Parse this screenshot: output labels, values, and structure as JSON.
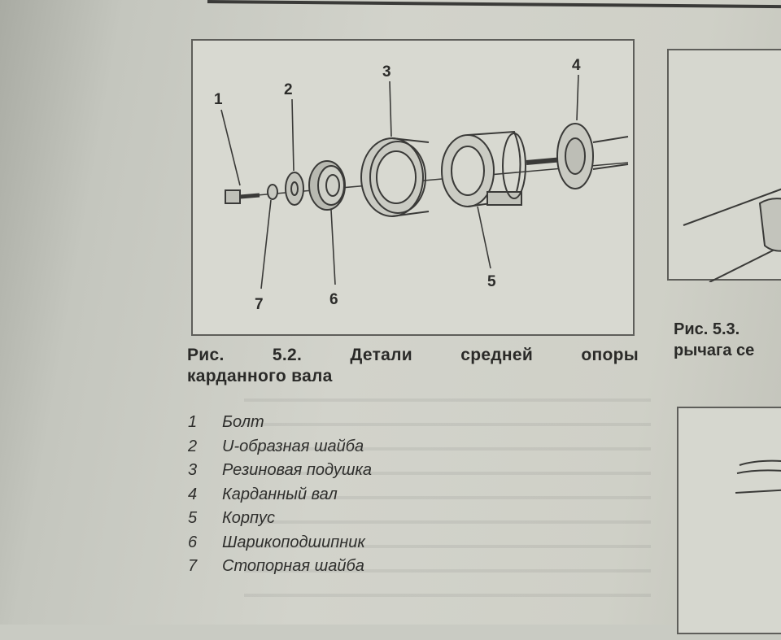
{
  "figure": {
    "caption_line1_words": [
      "Рис.",
      "5.2.",
      "Детали",
      "средней",
      "опоры"
    ],
    "caption_line2": "карданного вала",
    "part_numbers": [
      "1",
      "2",
      "3",
      "4",
      "5",
      "6",
      "7"
    ]
  },
  "legend": [
    {
      "num": "1",
      "text": "Болт"
    },
    {
      "num": "2",
      "text": "U-образная шайба"
    },
    {
      "num": "3",
      "text": "Резиновая подушка"
    },
    {
      "num": "4",
      "text": "Карданный вал"
    },
    {
      "num": "5",
      "text": "Корпус"
    },
    {
      "num": "6",
      "text": "Шарикоподшипник"
    },
    {
      "num": "7",
      "text": "Стопорная шайба"
    }
  ],
  "right_column": {
    "caption_line1": "Рис.  5.3.",
    "caption_line2": "рычага се"
  }
}
